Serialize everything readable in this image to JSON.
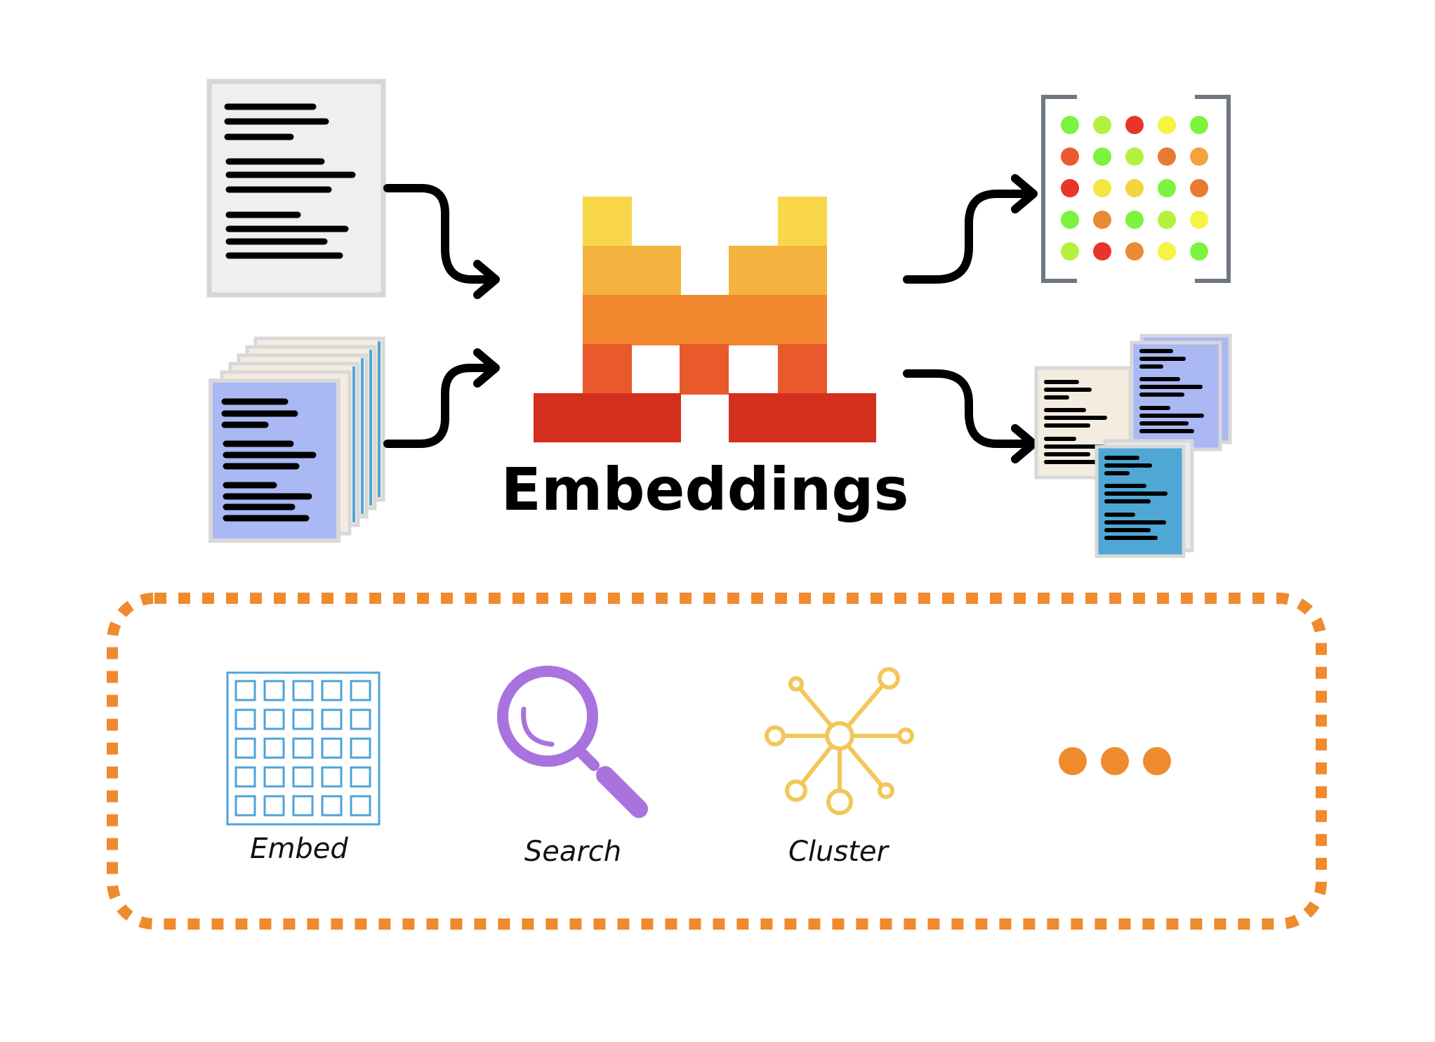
{
  "title": "Embeddings",
  "features": [
    {
      "label": "Embed",
      "icon": "grid-icon",
      "color": "#4ea3d8"
    },
    {
      "label": "Search",
      "icon": "magnifier-icon",
      "color": "#a873de"
    },
    {
      "label": "Cluster",
      "icon": "network-icon",
      "color": "#f2c75a"
    },
    {
      "label": "",
      "icon": "ellipsis-icon",
      "color": "#f08a2f"
    }
  ],
  "colors": {
    "accent_orange": "#f08a2f",
    "logo_rows": [
      "#f8d84a",
      "#f4b23e",
      "#f0872f",
      "#e85a2b",
      "#d22f1c"
    ],
    "blue_doc": "#aab8f4",
    "teal_doc": "#4fa7d6",
    "cream_doc": "#f5ece0",
    "gray_doc": "#efefef"
  },
  "matrix_dot_colors": [
    [
      "#7cf43f",
      "#b6f03e",
      "#e8342a",
      "#f3f542",
      "#7cf43f"
    ],
    [
      "#ea5a2e",
      "#7cf43f",
      "#b6f03e",
      "#ea7a32",
      "#f2a33b"
    ],
    [
      "#e8342a",
      "#f3e542",
      "#f3d540",
      "#7cf43f",
      "#ea7a32"
    ],
    [
      "#7cf43f",
      "#ea8a32",
      "#7cf43f",
      "#b6f03e",
      "#f3f542"
    ],
    [
      "#b6f03e",
      "#e8342a",
      "#ea8a32",
      "#f3f542",
      "#7cf43f"
    ]
  ]
}
